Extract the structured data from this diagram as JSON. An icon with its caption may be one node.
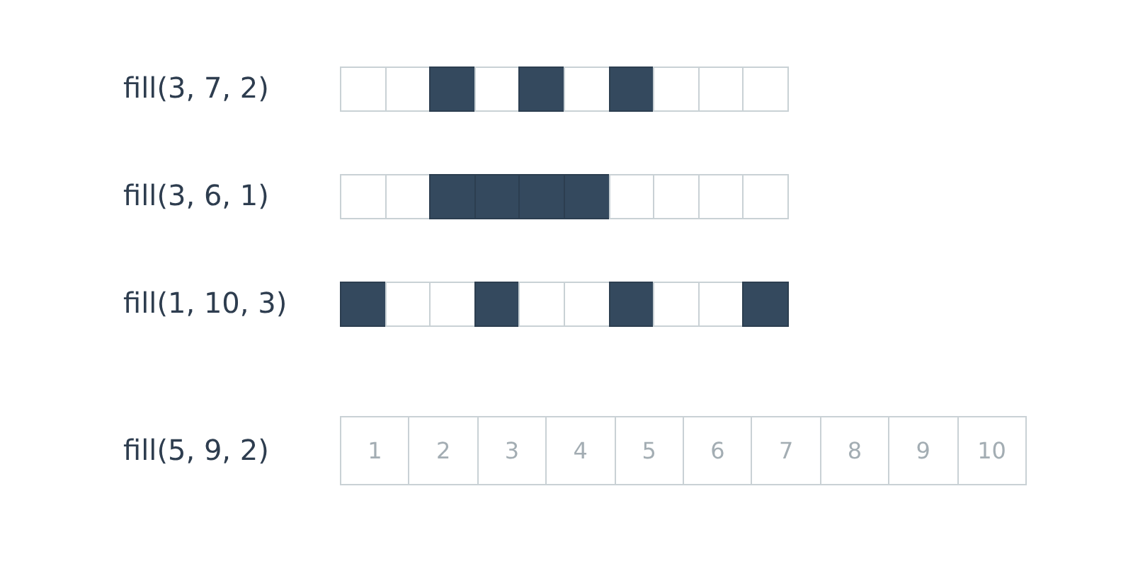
{
  "diagram": {
    "nodes": [
      {
        "text": [],
        "shape": "box"
      },
      {
        "text": [],
        "shape": "box"
      },
      {
        "text": [],
        "shape": "block"
      },
      {
        "text": [],
        "shape": "box"
      },
      {
        "text": [],
        "shape": "block"
      },
      {
        "text": [],
        "shape": "box"
      },
      {
        "text": [],
        "shape": "block"
      },
      {
        "text": [],
        "shape": "box"
      },
      {
        "text": [],
        "shape": "box"
      },
      {
        "text": [],
        "shape": "box"
      },
      {
        "text": [],
        "shape": "box"
      },
      {
        "text": [],
        "shape": "box"
      },
      {
        "text": [],
        "shape": "block"
      },
      {
        "text": [],
        "shape": "block"
      },
      {
        "text": [],
        "shape": "block"
      },
      {
        "text": [],
        "shape": "block"
      },
      {
        "text": [],
        "shape": "box"
      },
      {
        "text": [],
        "shape": "box"
      },
      {
        "text": [],
        "shape": "box"
      },
      {
        "text": [],
        "shape": "box"
      },
      {
        "text": [],
        "shape": "block"
      },
      {
        "text": [],
        "shape": "box"
      },
      {
        "text": [],
        "shape": "box"
      },
      {
        "text": [],
        "shape": "block"
      },
      {
        "text": [],
        "shape": "box"
      },
      {
        "text": [],
        "shape": "box"
      },
      {
        "text": [],
        "shape": "block"
      },
      {
        "text": [],
        "shape": "box"
      },
      {
        "text": [],
        "shape": "box"
      },
      {
        "text": [],
        "shape": "block"
      },
      {
        "text": [
          "1"
        ]
      },
      {
        "text": [
          "2"
        ]
      },
      {
        "text": [
          "3"
        ]
      },
      {
        "text": [
          "4"
        ]
      },
      {
        "text": [
          "5"
        ]
      },
      {
        "text": [
          "6"
        ]
      },
      {
        "text": [
          "7"
        ]
      },
      {
        "text": [
          "8"
        ]
      },
      {
        "text": [
          "9"
        ]
      },
      {
        "text": [
          "10"
        ]
      }
    ],
    "labels": [
      "fill(3, 7, 2)",
      "fill(3, 6, 1)",
      "fill(1, 10, 3)",
      "fill(5, 9, 2)"
    ]
  }
}
